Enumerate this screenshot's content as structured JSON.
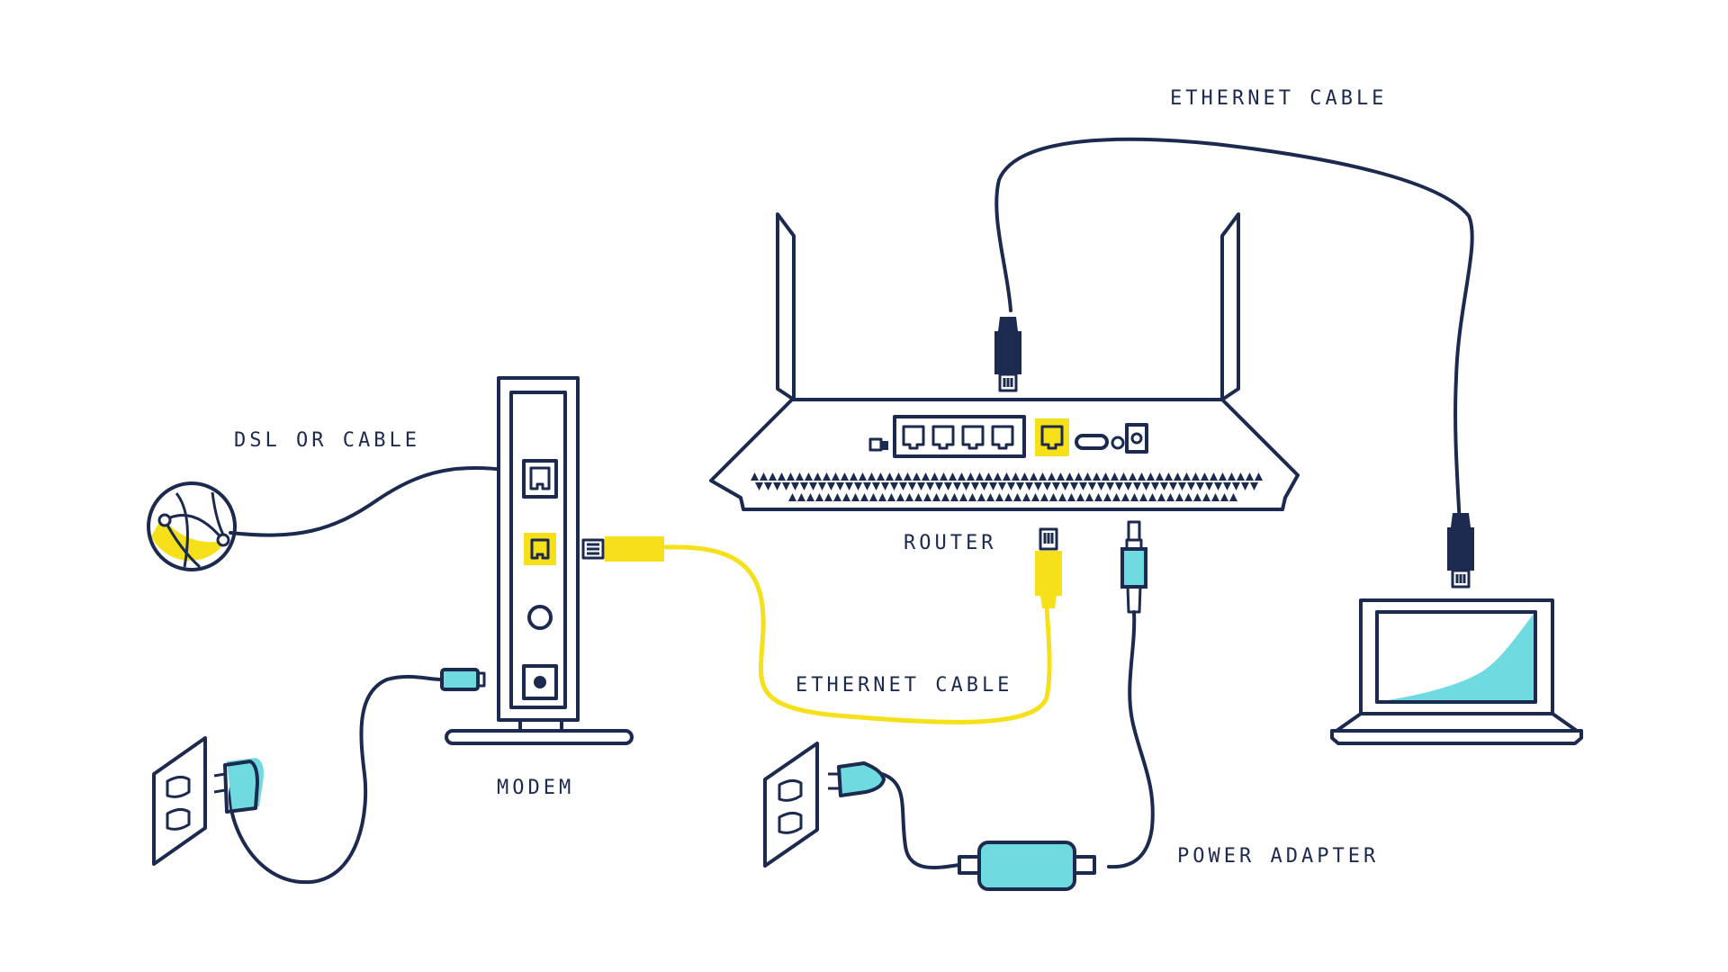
{
  "labels": {
    "dsl": "DSL OR CABLE",
    "ethernet_top": "ETHERNET CABLE",
    "router": "ROUTER",
    "ethernet_mid": "ETHERNET CABLE",
    "modem": "MODEM",
    "power_adapter": "POWER ADAPTER"
  },
  "colors": {
    "ink": "#1b2a4e",
    "yellow": "#f5e01a",
    "cyan": "#6fdbe0",
    "background": "#ffffff"
  },
  "icons": [
    "globe-icon",
    "modem-icon",
    "router-icon",
    "laptop-icon",
    "wall-outlet-icon",
    "power-adapter-icon",
    "ethernet-plug-icon"
  ]
}
